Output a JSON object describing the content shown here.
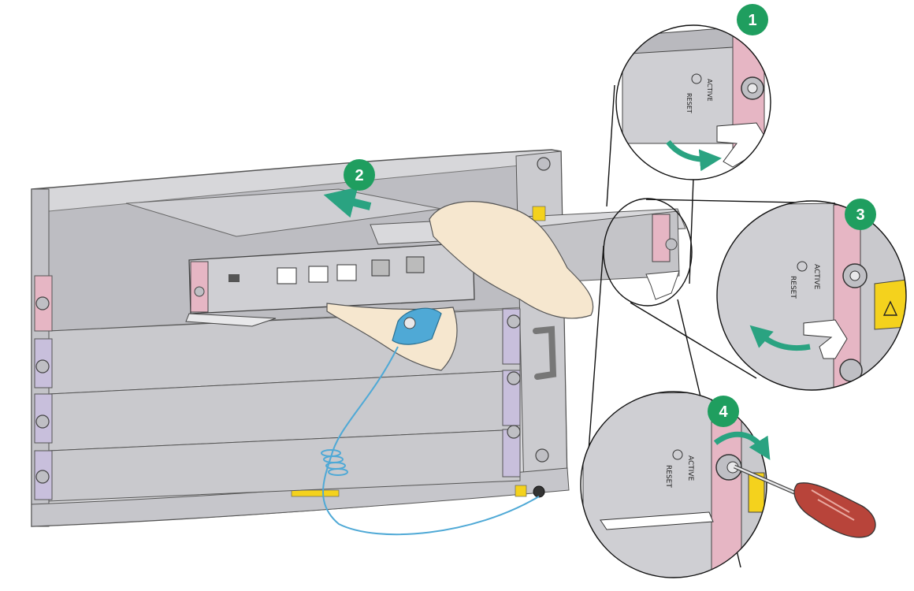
{
  "steps": [
    {
      "number": "1"
    },
    {
      "number": "2"
    },
    {
      "number": "3"
    },
    {
      "number": "4"
    }
  ],
  "panel_labels": {
    "reset": "RESET",
    "active": "ACTIVE"
  },
  "colors": {
    "chassis": "#c9c9cc",
    "chassis_dark": "#a8a8ad",
    "slot_pink": "#e6b6c4",
    "slot_lilac": "#c8bfdc",
    "arrow_green": "#2aa381",
    "step_badge": "#1f9e5f",
    "skin": "#f6e7cf",
    "wrist_strap": "#4fa9d6",
    "warning_yellow": "#f4d21d",
    "screwdriver_handle": "#b8443a"
  },
  "icons": [
    "screw-icon",
    "warning-icon",
    "rotate-arrow-icon",
    "slide-arrow-icon"
  ]
}
